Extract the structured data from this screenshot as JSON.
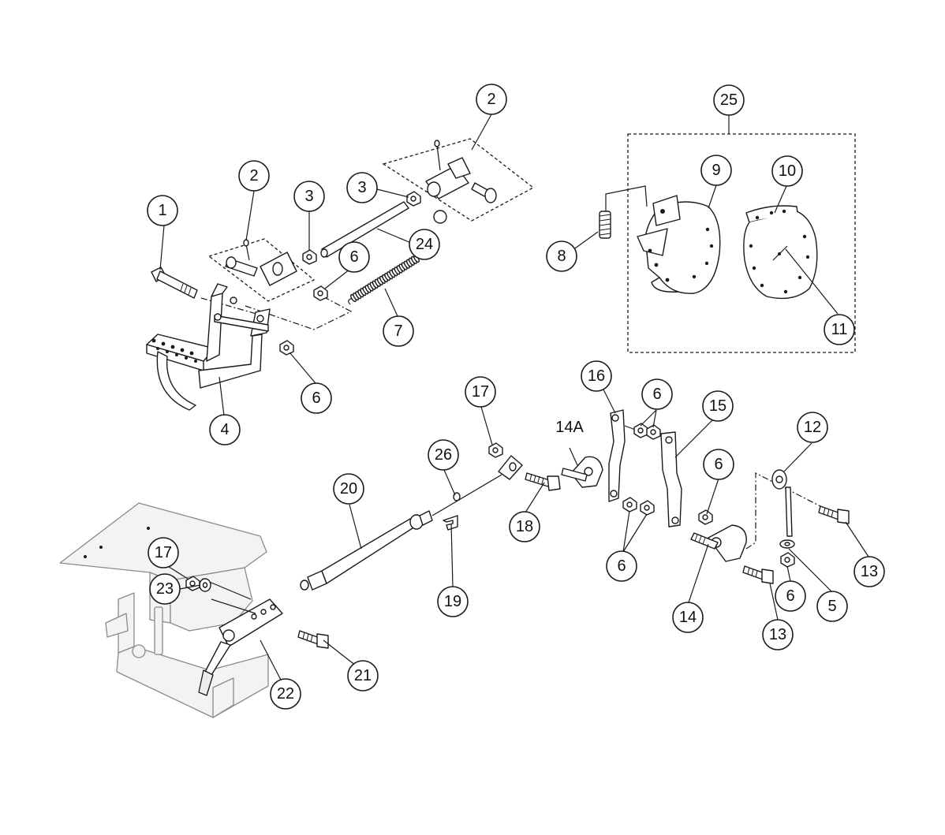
{
  "diagram": {
    "callouts": [
      {
        "id": "c1",
        "label": "1"
      },
      {
        "id": "c2a",
        "label": "2"
      },
      {
        "id": "c2b",
        "label": "2"
      },
      {
        "id": "c3a",
        "label": "3"
      },
      {
        "id": "c3b",
        "label": "3"
      },
      {
        "id": "c4",
        "label": "4"
      },
      {
        "id": "c5",
        "label": "5"
      },
      {
        "id": "c6a",
        "label": "6"
      },
      {
        "id": "c6b",
        "label": "6"
      },
      {
        "id": "c6c",
        "label": "6"
      },
      {
        "id": "c6d",
        "label": "6"
      },
      {
        "id": "c6e",
        "label": "6"
      },
      {
        "id": "c6f",
        "label": "6"
      },
      {
        "id": "c7",
        "label": "7"
      },
      {
        "id": "c8",
        "label": "8"
      },
      {
        "id": "c9",
        "label": "9"
      },
      {
        "id": "c10",
        "label": "10"
      },
      {
        "id": "c11",
        "label": "11"
      },
      {
        "id": "c12",
        "label": "12"
      },
      {
        "id": "c13a",
        "label": "13"
      },
      {
        "id": "c13b",
        "label": "13"
      },
      {
        "id": "c14",
        "label": "14"
      },
      {
        "id": "c15",
        "label": "15"
      },
      {
        "id": "c16",
        "label": "16"
      },
      {
        "id": "c17a",
        "label": "17"
      },
      {
        "id": "c17b",
        "label": "17"
      },
      {
        "id": "c18",
        "label": "18"
      },
      {
        "id": "c19",
        "label": "19"
      },
      {
        "id": "c20",
        "label": "20"
      },
      {
        "id": "c21",
        "label": "21"
      },
      {
        "id": "c22",
        "label": "22"
      },
      {
        "id": "c23",
        "label": "23"
      },
      {
        "id": "c24",
        "label": "24"
      },
      {
        "id": "c25",
        "label": "25"
      },
      {
        "id": "c26",
        "label": "26"
      }
    ],
    "plain_labels": [
      {
        "id": "t14a",
        "label": "14A"
      }
    ]
  }
}
